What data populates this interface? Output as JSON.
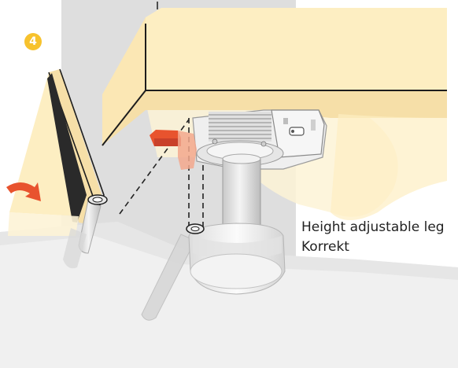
{
  "step": {
    "number": "4",
    "badge_color": "#f7c22d"
  },
  "caption": {
    "line1": "Height adjustable leg",
    "line2": "Korrekt"
  },
  "colors": {
    "wall": "#dedede",
    "cabinet": "#fdeec2",
    "cabinet_edge": "#1d1d1d",
    "floor": "#f0f0f0",
    "clip": "#e8532e",
    "arrow": "#e8532e"
  },
  "icons": [
    "rotate-arrow-icon",
    "clip-icon",
    "leg-icon"
  ]
}
